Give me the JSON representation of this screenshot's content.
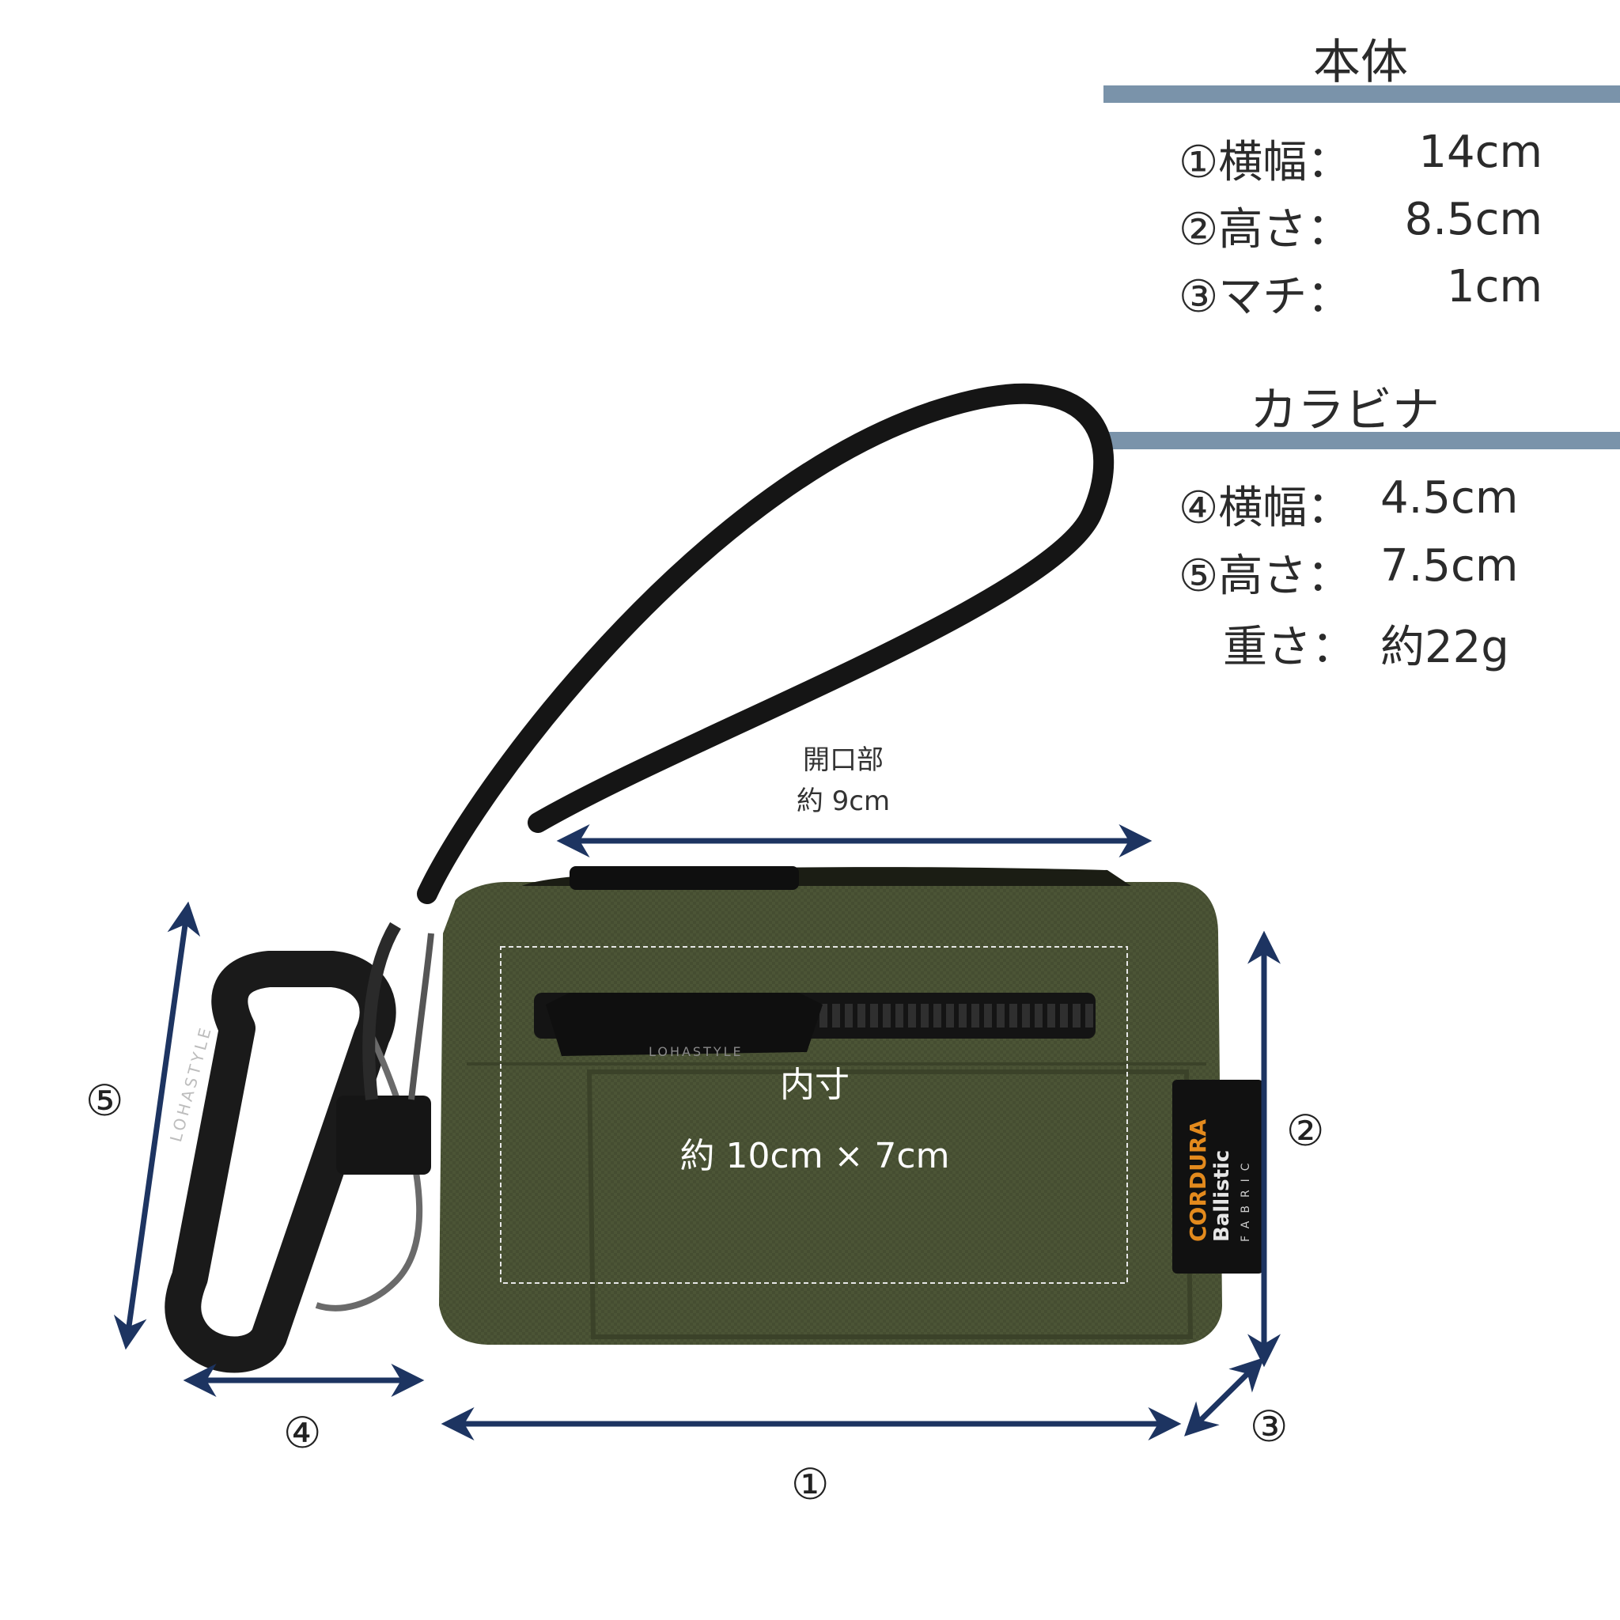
{
  "colors": {
    "accent_bar": "#7a93aa",
    "arrow": "#1d3461",
    "pouch": "#4c5536",
    "pouch_dark": "#3b4229",
    "strap": "#151515",
    "carabiner": "#1a1a1a"
  },
  "body_spec": {
    "title": "本体",
    "rows": [
      {
        "label": "①横幅：",
        "value": "14cm"
      },
      {
        "label": "②高さ：",
        "value": "8.5cm"
      },
      {
        "label": "③マチ：",
        "value": "1cm"
      }
    ]
  },
  "carabiner_spec": {
    "title": "カラビナ",
    "rows": [
      {
        "label": "④横幅：",
        "value": "4.5cm"
      },
      {
        "label": "⑤高さ：",
        "value": "7.5cm"
      },
      {
        "label": "　重さ：",
        "value": "約22g"
      }
    ]
  },
  "photo": {
    "opening_label_1": "開口部",
    "opening_label_2": "約 9cm",
    "inner_label_1": "内寸",
    "inner_label_2": "約 10cm × 7cm",
    "brand": "LOHASTYLE",
    "tag_line1": "CORDURA",
    "tag_line2": "Ballistic",
    "tag_line3": "FABRIC",
    "markers": {
      "m1": "①",
      "m2": "②",
      "m3": "③",
      "m4": "④",
      "m5": "⑤"
    }
  }
}
